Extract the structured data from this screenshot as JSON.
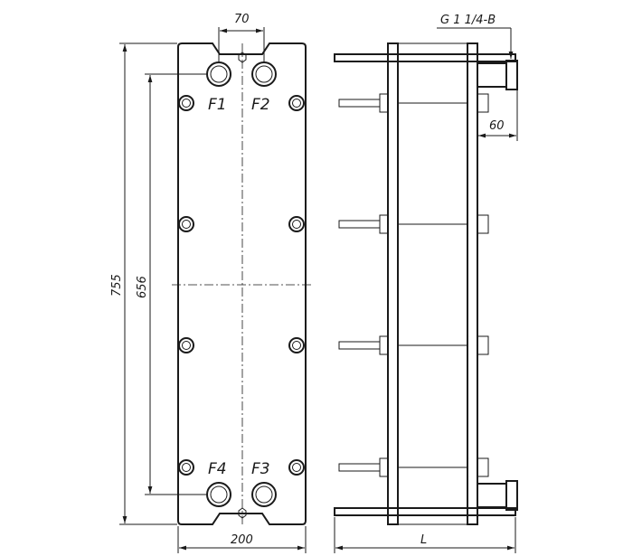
{
  "labels": {
    "port_f1": "F1",
    "port_f2": "F2",
    "port_f3": "F3",
    "port_f4": "F4"
  },
  "dimensions": {
    "port_spacing": "70",
    "total_height": "755",
    "port_centers_height": "656",
    "width": "200",
    "thread": "G 1 1/4-B",
    "nozzle_length": "60",
    "pack_length": "L"
  }
}
